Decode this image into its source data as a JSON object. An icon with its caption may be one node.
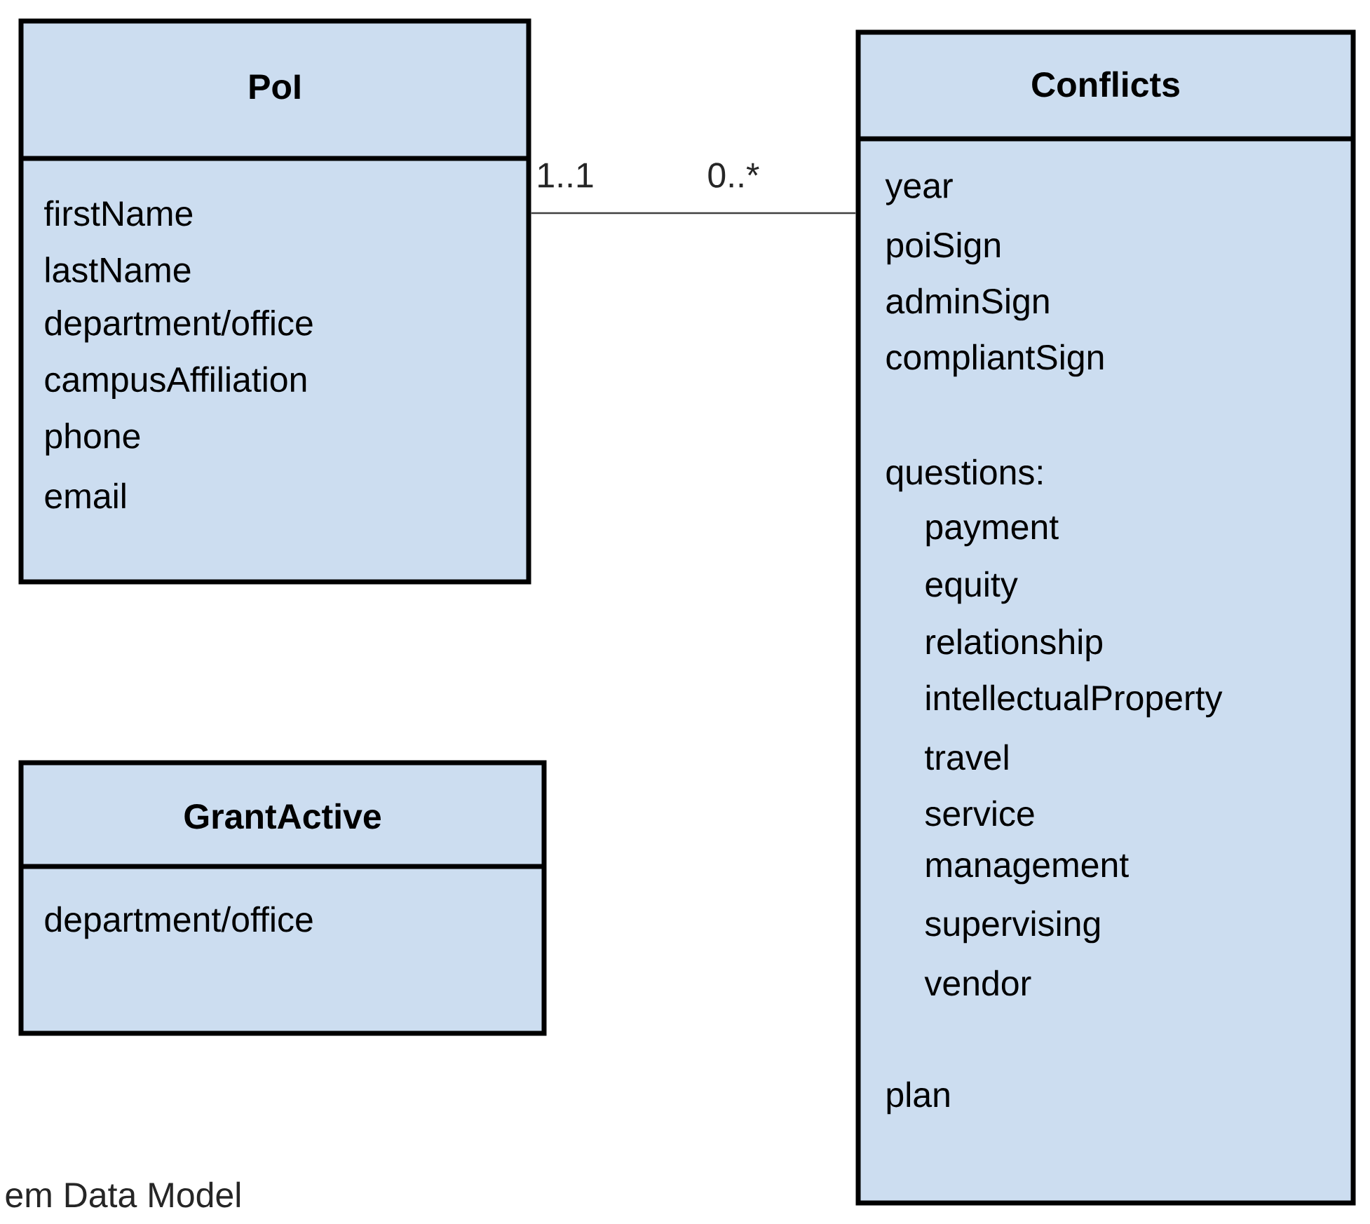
{
  "diagram": {
    "nodes": [
      {
        "text": [
          "PoI",
          "firstName",
          "lastName",
          "department/office",
          "campusAffiliation",
          "phone",
          "email"
        ]
      },
      {
        "text": [
          "Conflicts",
          "year",
          "poiSign",
          "adminSign",
          "compliantSign",
          "questions:",
          "payment",
          "equity",
          "relationship",
          "intellectualProperty",
          "travel",
          "service",
          "management",
          "supervising",
          "vendor",
          "plan"
        ]
      },
      {
        "text": [
          "GrantActive",
          "department/office"
        ]
      }
    ],
    "edges": [
      {
        "from": 0,
        "to": 1,
        "arrow": "none"
      }
    ],
    "labels": [
      "1..1",
      "0..*",
      "em Data Model"
    ]
  }
}
